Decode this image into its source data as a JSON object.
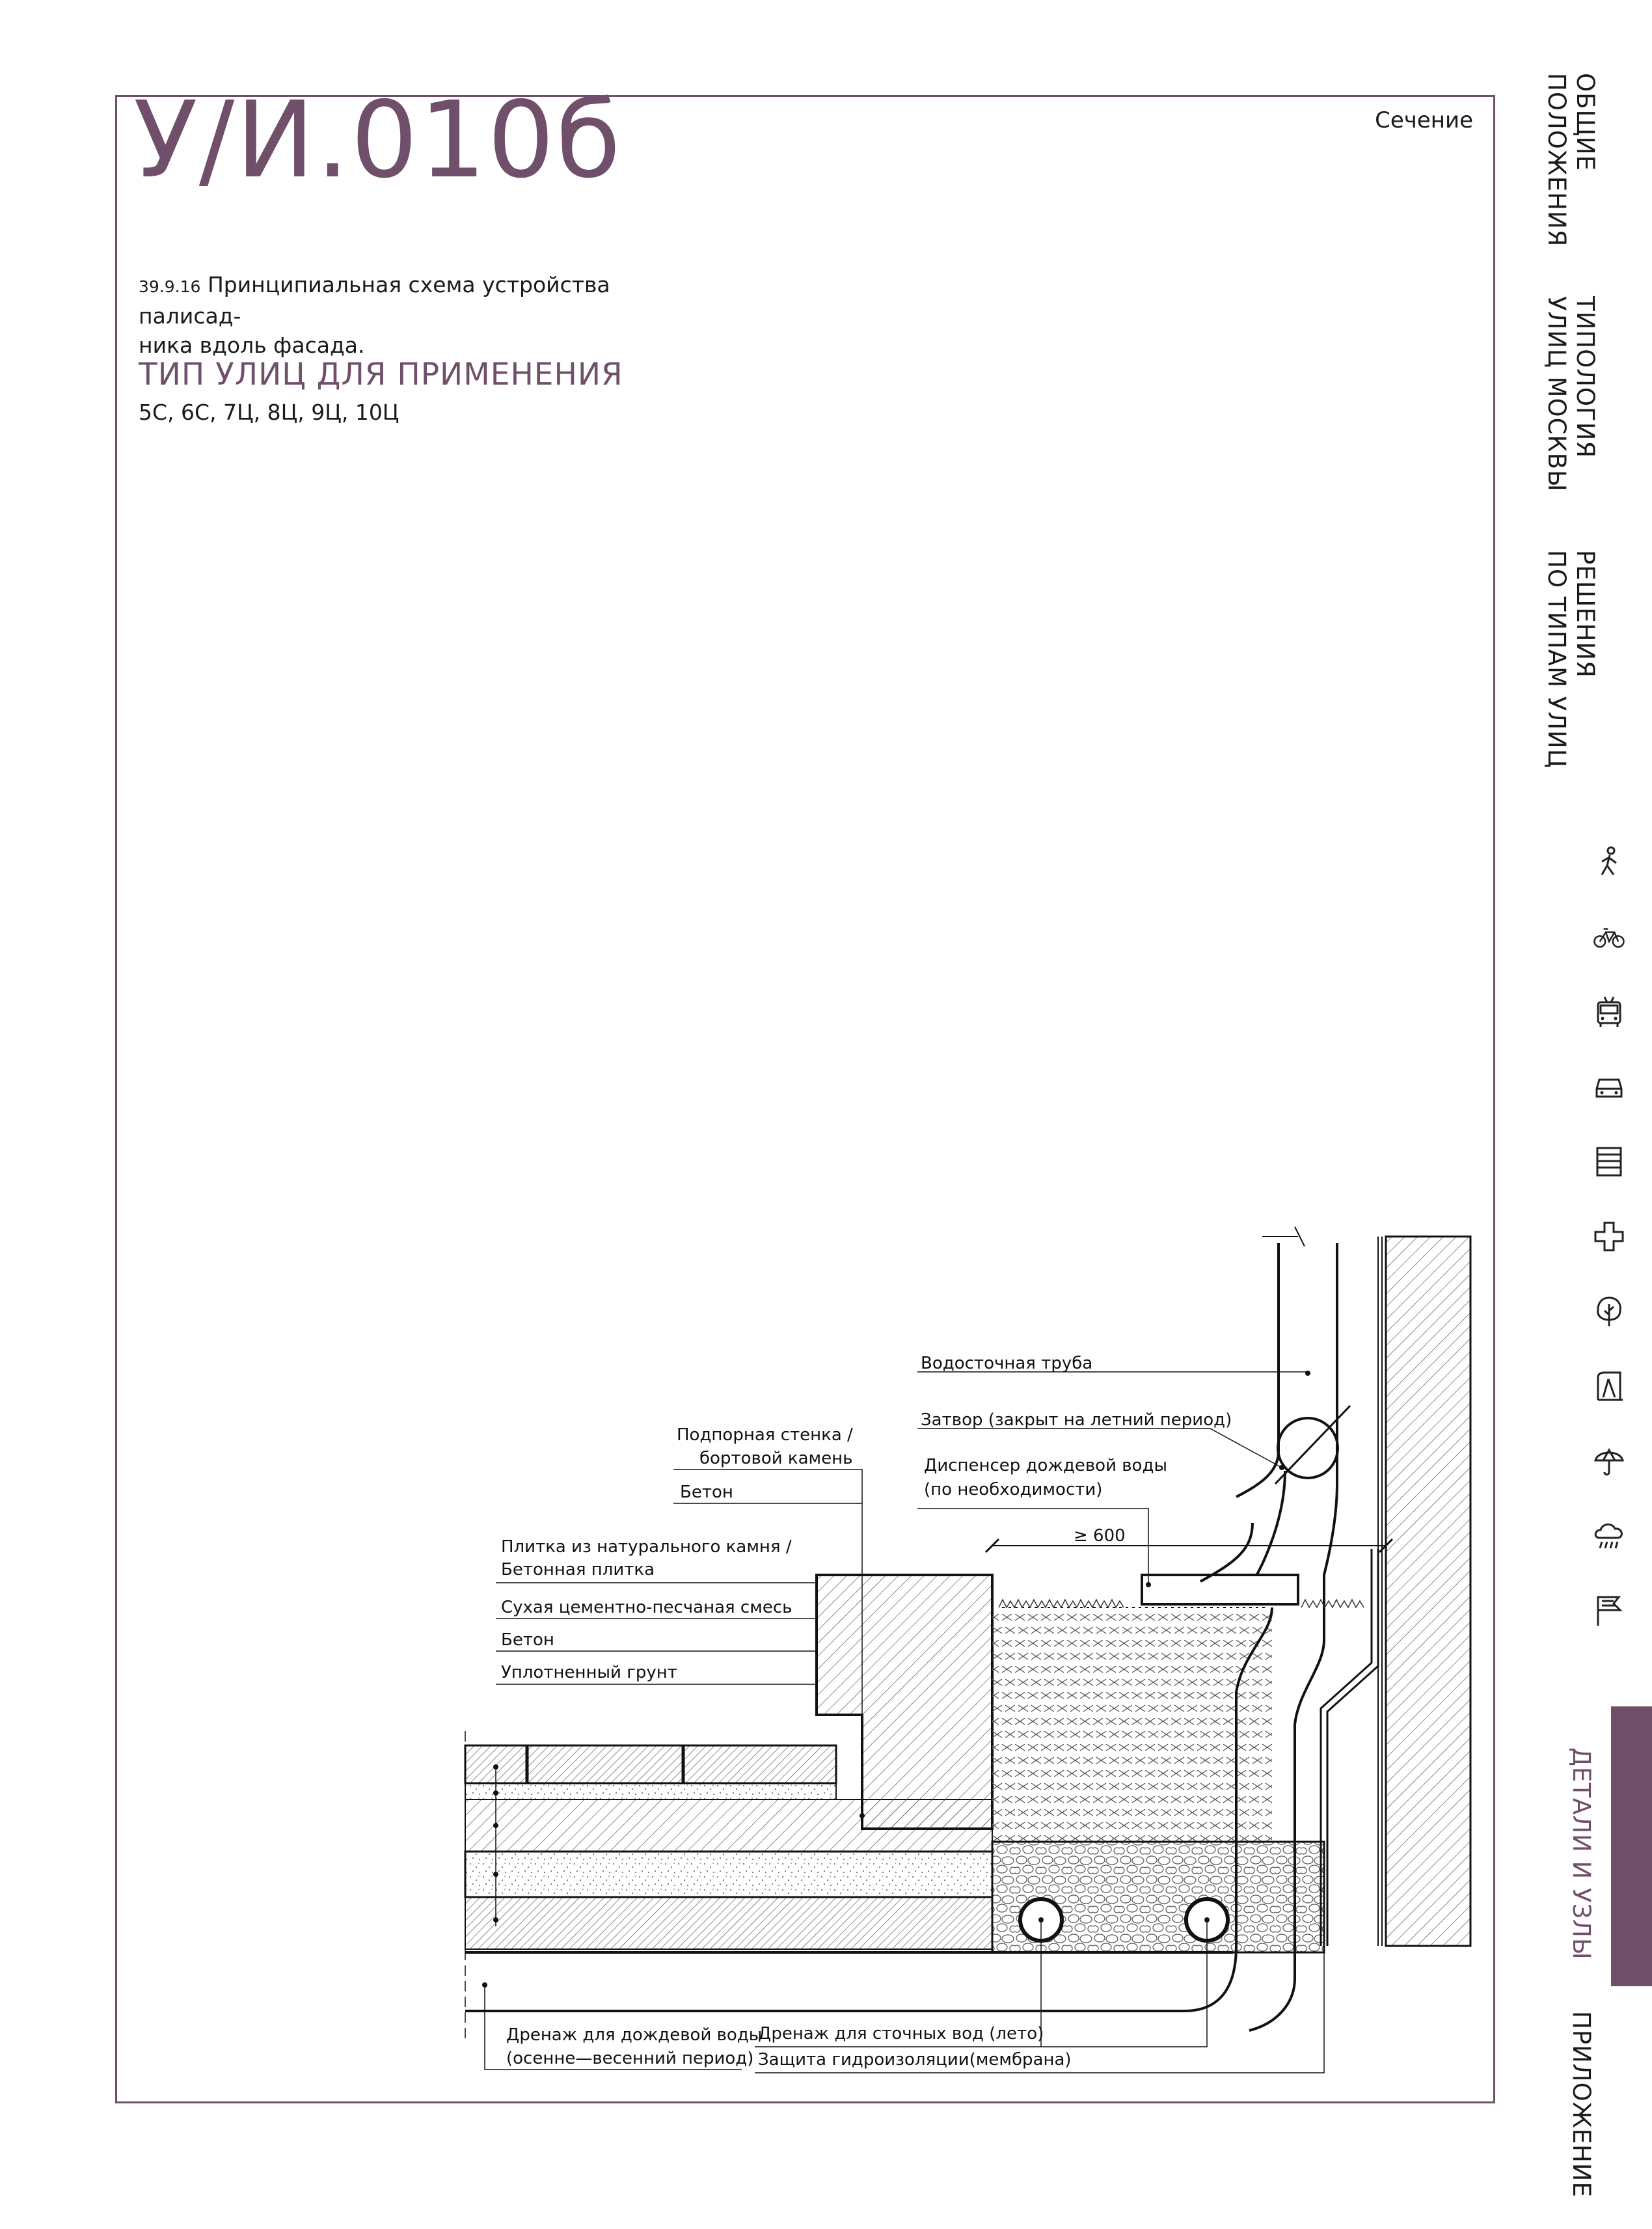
{
  "header": {
    "code": "У/И.010б",
    "view": "Сечение"
  },
  "description": {
    "number": "39.9.16",
    "text_line1": "Принципиальная схема устройства палисад-",
    "text_line2": "ника вдоль фасада."
  },
  "application": {
    "heading": "ТИП УЛИЦ ДЛЯ ПРИМЕНЕНИЯ",
    "types": "5С, 6С, 7Ц, 8Ц, 9Ц, 10Ц"
  },
  "side_nav": {
    "items": [
      {
        "line1": "ОБЩИЕ",
        "line2": "ПОЛОЖЕНИЯ"
      },
      {
        "line1": "ТИПОЛОГИЯ",
        "line2": "УЛИЦ МОСКВЫ"
      },
      {
        "line1": "РЕШЕНИЯ",
        "line2": "ПО ТИПАМ УЛИЦ"
      },
      {
        "line1": "ДЕТАЛИ И УЗЛЫ",
        "line2": ""
      },
      {
        "line1": "ПРИЛОЖЕНИЕ",
        "line2": ""
      }
    ],
    "icons": [
      "pedestrian-icon",
      "bicycle-icon",
      "trolleybus-icon",
      "car-icon",
      "stripes-icon",
      "pharmacy-cross-icon",
      "tree-icon",
      "bus-stop-icon",
      "umbrella-icon",
      "rain-cloud-icon",
      "flag-icon"
    ],
    "accent_color": "#6f4f6a"
  },
  "drawing_labels": {
    "downpipe": "Водосточная труба",
    "shutter": "Затвор (закрыт на летний период)",
    "dispenser_line1": "Диспенсер дождевой воды",
    "dispenser_line2": "(по необходимости)",
    "retaining_line1": "Подпорная стенка /",
    "retaining_line2": "бортовой камень",
    "concrete_top": "Бетон",
    "tile_line1": "Плитка из натурального камня  /",
    "tile_line2": "Бетонная плитка",
    "dry_mix": "Сухая цементно-песчаная смесь",
    "concrete": "Бетон",
    "soil": "Уплотненный грунт",
    "dimension": "≥ 600",
    "drain_rain_line1": "Дренаж для дождевой воды",
    "drain_rain_line2": "(осенне—весенний период)",
    "drain_sewer": "Дренаж для сточных вод (лето)",
    "membrane": "Защита гидроизоляции(мембрана)"
  }
}
